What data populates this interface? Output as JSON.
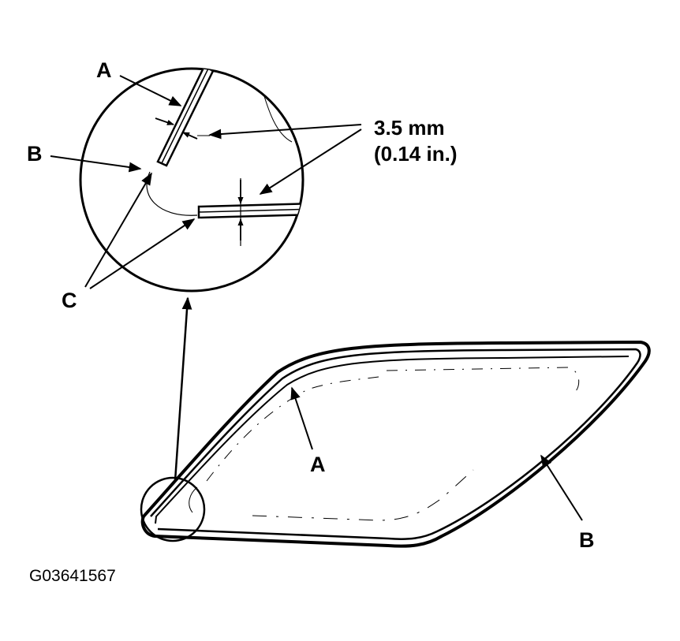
{
  "labels": {
    "a": "A",
    "b": "B",
    "c": "C",
    "dimension_metric": "3.5 mm",
    "dimension_imperial": "(0.14 in.)",
    "figure_id": "G03641567"
  },
  "colors": {
    "ink": "#000000",
    "paper": "#ffffff"
  }
}
